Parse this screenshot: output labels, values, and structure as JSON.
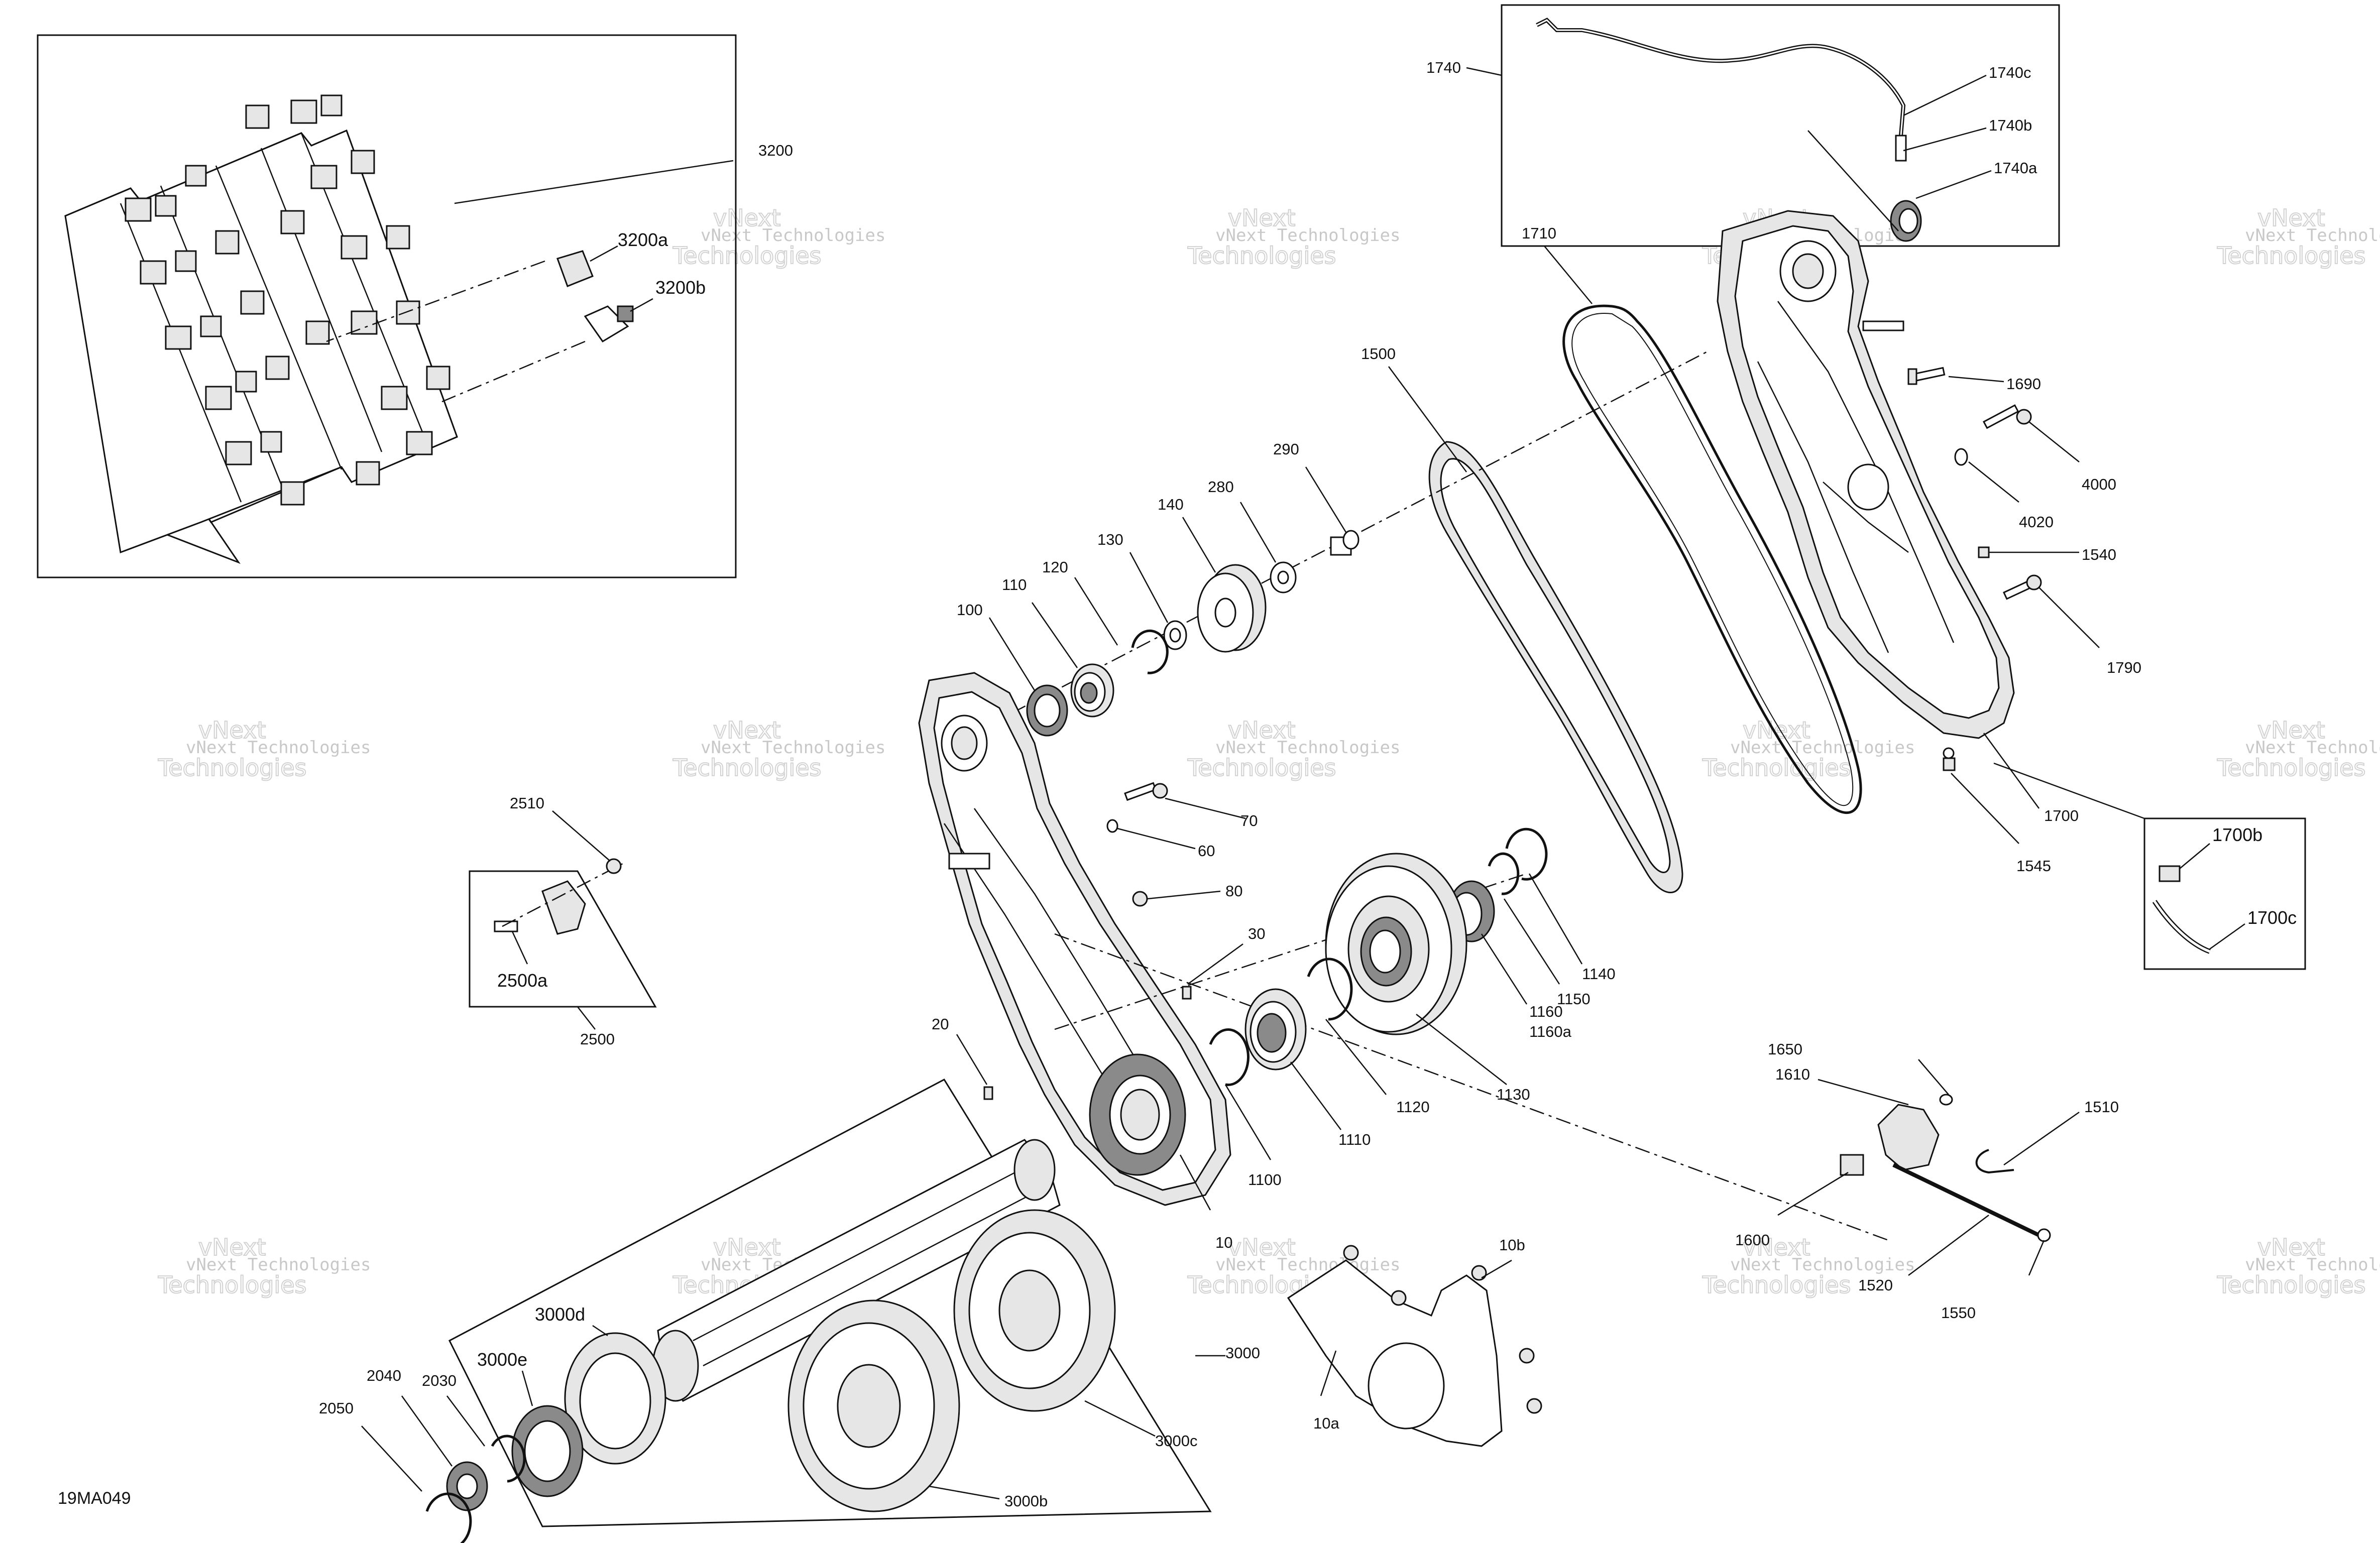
{
  "diagram_code": "19MA049",
  "watermark": {
    "line1": "vNext Technologies",
    "line2": "vNext",
    "line3": "Technologies"
  },
  "callouts": {
    "c3200": "3200",
    "c3200a": "3200a",
    "c3200b": "3200b",
    "c1740": "1740",
    "c1740a": "1740a",
    "c1740b": "1740b",
    "c1740c": "1740c",
    "c1710": "1710",
    "c1500": "1500",
    "c1690": "1690",
    "c4000": "4000",
    "c4020": "4020",
    "c1540": "1540",
    "c1790": "1790",
    "c1700": "1700",
    "c1700b": "1700b",
    "c1700c": "1700c",
    "c1545": "1545",
    "c290": "290",
    "c280": "280",
    "c140": "140",
    "c130": "130",
    "c120": "120",
    "c110": "110",
    "c100": "100",
    "c70": "70",
    "c60": "60",
    "c80": "80",
    "c30": "30",
    "c20": "20",
    "c10": "10",
    "c2510": "2510",
    "c2500a": "2500a",
    "c2500": "2500",
    "c1140": "1140",
    "c1150": "1150",
    "c1160": "1160",
    "c1160a": "1160a",
    "c1130": "1130",
    "c1120": "1120",
    "c1110": "1110",
    "c1100": "1100",
    "c1650": "1650",
    "c1610": "1610",
    "c1510": "1510",
    "c1600": "1600",
    "c1520": "1520",
    "c1550": "1550",
    "c10b": "10b",
    "c10a": "10a",
    "c3000": "3000",
    "c3000c": "3000c",
    "c3000b": "3000b",
    "c3000d": "3000d",
    "c3000e": "3000e",
    "c2040": "2040",
    "c2030": "2030",
    "c2050": "2050"
  },
  "colors": {
    "ink": "#111111",
    "shade": "#e6e6e6",
    "dark": "#8a8a8a",
    "watermark": "#c8c8c8"
  }
}
